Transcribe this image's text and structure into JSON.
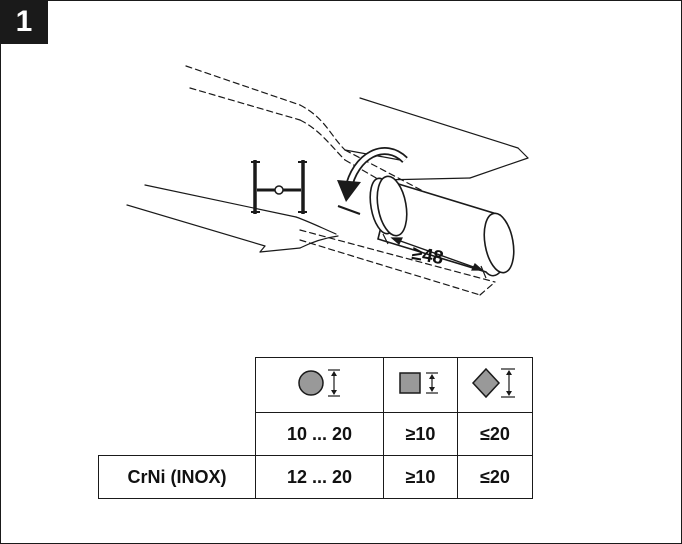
{
  "step_number": "1",
  "illustration": {
    "length_label": "≥48",
    "icons": [
      "wrench-icon",
      "rotate-arrow-icon"
    ]
  },
  "table": {
    "header_icons": [
      "round-bar-icon",
      "square-bar-icon",
      "diamond-bar-icon"
    ],
    "rows": [
      {
        "label": "",
        "round": "10 ... 20",
        "square": "≥10",
        "diamond": "≤20"
      },
      {
        "label": "CrNi (INOX)",
        "round": "12 ... 20",
        "square": "≥10",
        "diamond": "≤20"
      }
    ]
  },
  "colors": {
    "line": "#1a1a1a",
    "fill_gray": "#999999",
    "badge_bg": "#1a1a1a"
  }
}
